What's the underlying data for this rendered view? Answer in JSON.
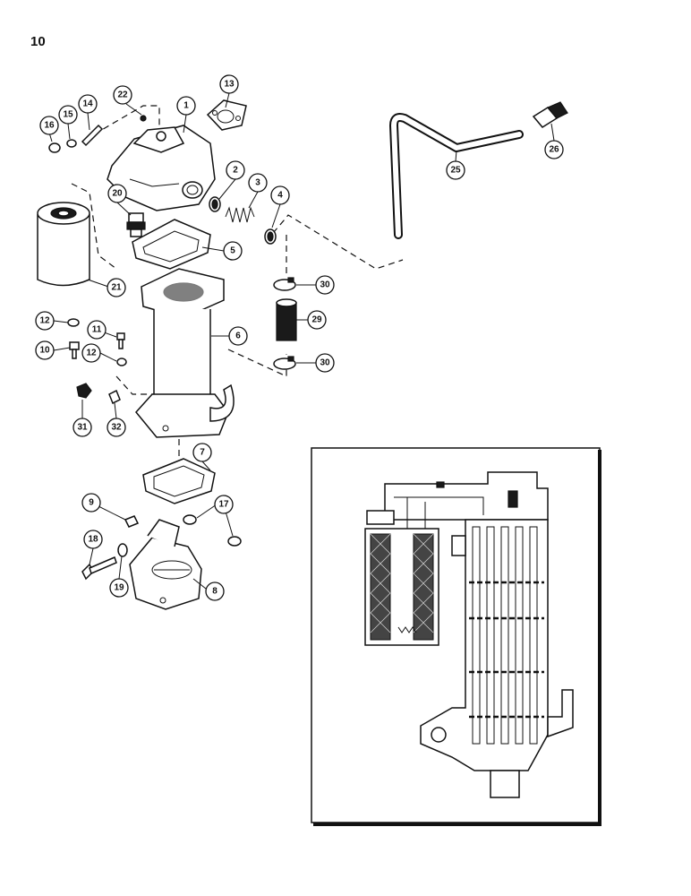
{
  "page": {
    "number": "10"
  },
  "callouts": [
    {
      "id": "c1",
      "label": "1"
    },
    {
      "id": "c2",
      "label": "2"
    },
    {
      "id": "c3",
      "label": "3"
    },
    {
      "id": "c4",
      "label": "4"
    },
    {
      "id": "c5",
      "label": "5"
    },
    {
      "id": "c6",
      "label": "6"
    },
    {
      "id": "c7",
      "label": "7"
    },
    {
      "id": "c8",
      "label": "8"
    },
    {
      "id": "c9",
      "label": "9"
    },
    {
      "id": "c10",
      "label": "10"
    },
    {
      "id": "c11",
      "label": "11"
    },
    {
      "id": "c12a",
      "label": "12"
    },
    {
      "id": "c12b",
      "label": "12"
    },
    {
      "id": "c13",
      "label": "13"
    },
    {
      "id": "c14",
      "label": "14"
    },
    {
      "id": "c15",
      "label": "15"
    },
    {
      "id": "c16",
      "label": "16"
    },
    {
      "id": "c17",
      "label": "17"
    },
    {
      "id": "c18",
      "label": "18"
    },
    {
      "id": "c19",
      "label": "19"
    },
    {
      "id": "c20",
      "label": "20"
    },
    {
      "id": "c21",
      "label": "21"
    },
    {
      "id": "c22",
      "label": "22"
    },
    {
      "id": "c25",
      "label": "25"
    },
    {
      "id": "c26",
      "label": "26"
    },
    {
      "id": "c29",
      "label": "29"
    },
    {
      "id": "c30a",
      "label": "30"
    },
    {
      "id": "c30b",
      "label": "30"
    },
    {
      "id": "c31",
      "label": "31"
    },
    {
      "id": "c32",
      "label": "32"
    }
  ]
}
